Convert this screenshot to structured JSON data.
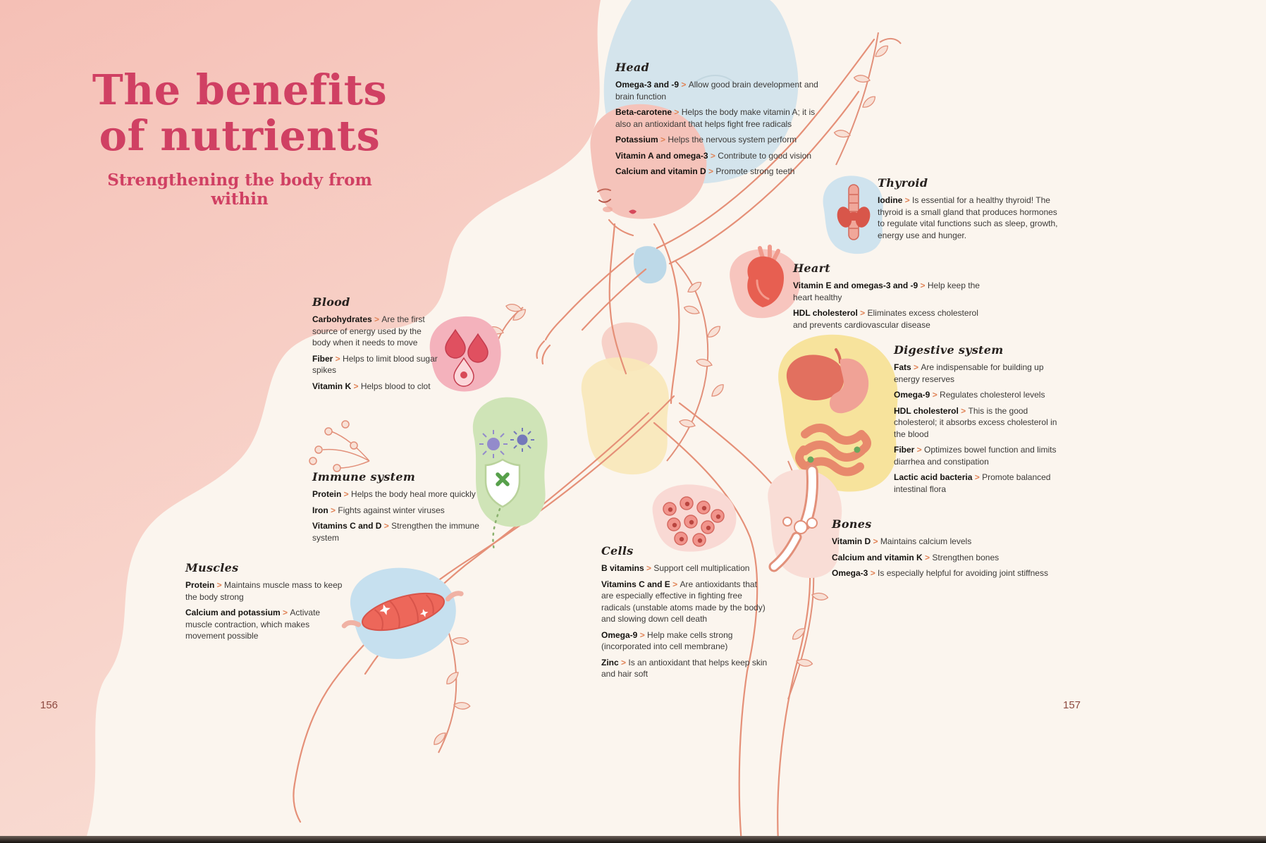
{
  "page": {
    "title_line1": "The benefits",
    "title_line2": "of nutrients",
    "subtitle": "Strengthening the body from within",
    "page_number_left": "156",
    "page_number_right": "157"
  },
  "palette": {
    "title_pink": "#d04063",
    "separator_orange": "#e08356",
    "figure_outline_coral": "#e59078",
    "background_pink": "#f6c2b8",
    "background_cream": "#fbf5ee"
  },
  "sections": [
    {
      "id": "head",
      "heading": "Head",
      "icon": "figure-head-illustration",
      "items": [
        {
          "term": "Omega-3 and -9",
          "desc": "Allow good brain development and brain function"
        },
        {
          "term": "Beta-carotene",
          "desc": "Helps the body make vitamin A; it is also an antioxidant that helps fight free radicals"
        },
        {
          "term": "Potassium",
          "desc": "Helps the nervous system perform"
        },
        {
          "term": "Vitamin A and omega-3",
          "desc": "Contribute to good vision"
        },
        {
          "term": "Calcium and vitamin D",
          "desc": "Promote strong teeth"
        }
      ]
    },
    {
      "id": "thyroid",
      "heading": "Thyroid",
      "icon": "thyroid-gland-icon",
      "items": [
        {
          "term": "Iodine",
          "desc": "Is essential for a healthy thyroid! The thyroid is a small gland that produces hormones to regulate vital functions such as sleep, growth, energy use and hunger."
        }
      ]
    },
    {
      "id": "heart",
      "heading": "Heart",
      "icon": "anatomical-heart-icon",
      "items": [
        {
          "term": "Vitamin E and omegas-3 and -9",
          "desc": "Help keep the heart healthy"
        },
        {
          "term": "HDL cholesterol",
          "desc": "Eliminates excess cholesterol and prevents cardiovascular disease"
        }
      ]
    },
    {
      "id": "blood",
      "heading": "Blood",
      "icon": "blood-drops-icon",
      "items": [
        {
          "term": "Carbohydrates",
          "desc": "Are the first source of energy used by the body when it needs to move"
        },
        {
          "term": "Fiber",
          "desc": "Helps to limit blood sugar spikes"
        },
        {
          "term": "Vitamin K",
          "desc": "Helps blood to clot"
        }
      ]
    },
    {
      "id": "digestive",
      "heading": "Digestive system",
      "icon": "digestive-tract-icon",
      "items": [
        {
          "term": "Fats",
          "desc": "Are indispensable for building up energy reserves"
        },
        {
          "term": "Omega-9",
          "desc": "Regulates cholesterol levels"
        },
        {
          "term": "HDL cholesterol",
          "desc": "This is the good cholesterol; it absorbs excess cholesterol in the blood"
        },
        {
          "term": "Fiber",
          "desc": "Optimizes bowel function and limits diarrhea and constipation"
        },
        {
          "term": "Lactic acid bacteria",
          "desc": "Promote balanced intestinal flora"
        }
      ]
    },
    {
      "id": "immune",
      "heading": "Immune system",
      "icon": "immune-shield-icon",
      "items": [
        {
          "term": "Protein",
          "desc": "Helps the body heal more quickly"
        },
        {
          "term": "Iron",
          "desc": "Fights against winter viruses"
        },
        {
          "term": "Vitamins C and D",
          "desc": "Strengthen the immune system"
        }
      ]
    },
    {
      "id": "muscles",
      "heading": "Muscles",
      "icon": "muscle-fiber-icon",
      "items": [
        {
          "term": "Protein",
          "desc": "Maintains muscle mass to keep the body strong"
        },
        {
          "term": "Calcium and potassium",
          "desc": "Activate muscle contraction, which makes movement possible"
        }
      ]
    },
    {
      "id": "cells",
      "heading": "Cells",
      "icon": "blood-cells-icon",
      "items": [
        {
          "term": "B vitamins",
          "desc": "Support cell multiplication"
        },
        {
          "term": "Vitamins C and E",
          "desc": "Are antioxidants that are especially effective in fighting free radicals (unstable atoms made by the body) and slowing down cell death"
        },
        {
          "term": "Omega-9",
          "desc": "Help make cells strong (incorporated into cell membrane)"
        },
        {
          "term": "Zinc",
          "desc": "Is an antioxidant that helps keep skin and hair soft"
        }
      ]
    },
    {
      "id": "bones",
      "heading": "Bones",
      "icon": "knee-bones-icon",
      "items": [
        {
          "term": "Vitamin D",
          "desc": "Maintains calcium levels"
        },
        {
          "term": "Calcium and vitamin K",
          "desc": "Strengthen bones"
        },
        {
          "term": "Omega-3",
          "desc": "Is especially helpful for avoiding joint stiffness"
        }
      ]
    }
  ]
}
